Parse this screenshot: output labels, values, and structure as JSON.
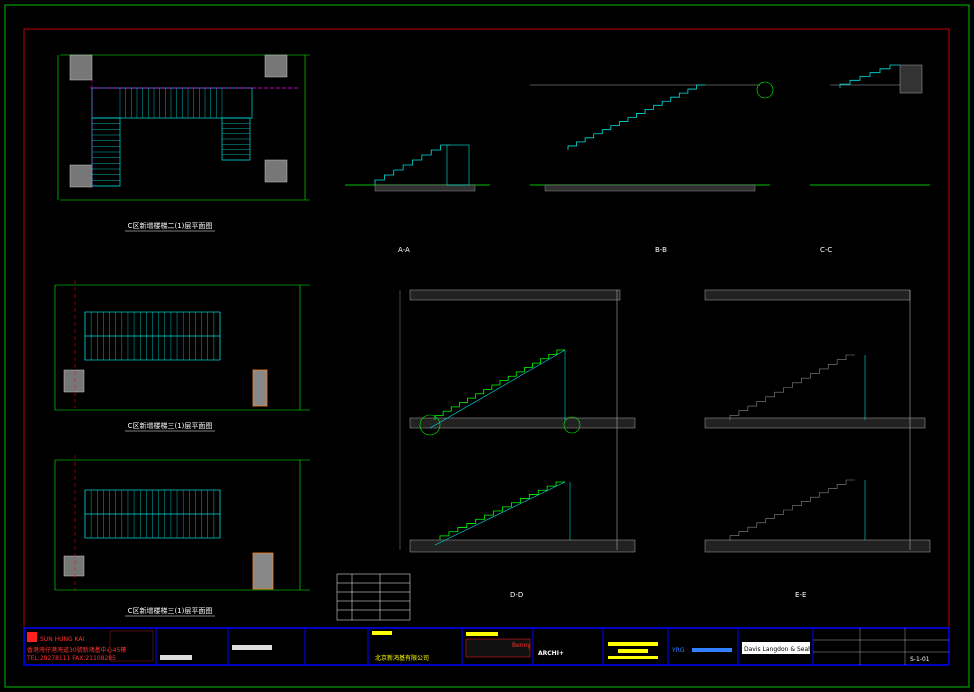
{
  "colors": {
    "background": "#000000",
    "border_outer": "#00c000",
    "border_inner": "#c00000",
    "stair_green": "#00ff00",
    "stair_cyan": "#00e0e0",
    "hatch_yellow": "#e0e000",
    "magenta": "#ff00ff",
    "column_orange": "#ff8020",
    "titleblock_blue": "#0000ff"
  },
  "plans": {
    "plan1_title": "C区新增楼梯二(1)层平面图",
    "plan2_title": "C区新增楼梯三(1)层平面图",
    "plan3_title": "C区新增楼梯三(1)层平面图"
  },
  "sections": {
    "aa_title": "A-A",
    "bb_title": "B-B",
    "cc_title": "C-C",
    "dd_title": "D-D",
    "ee_title": "E-E"
  },
  "titleblock": {
    "company_name": "SUN HUNG KAI",
    "company_address": "香港灣仔港灣道30號新鴻基中心45樓",
    "company_tel": "TEL:28278111  FAX:21108285",
    "client_cn": "北京新鸿基有限公司",
    "structural_label": "Benoy",
    "architect_logo": "ARCHI+",
    "engineer_label": "YRG",
    "consultant_label": "Davis Langdon & Seah",
    "sheet_no": "S-1-01"
  }
}
